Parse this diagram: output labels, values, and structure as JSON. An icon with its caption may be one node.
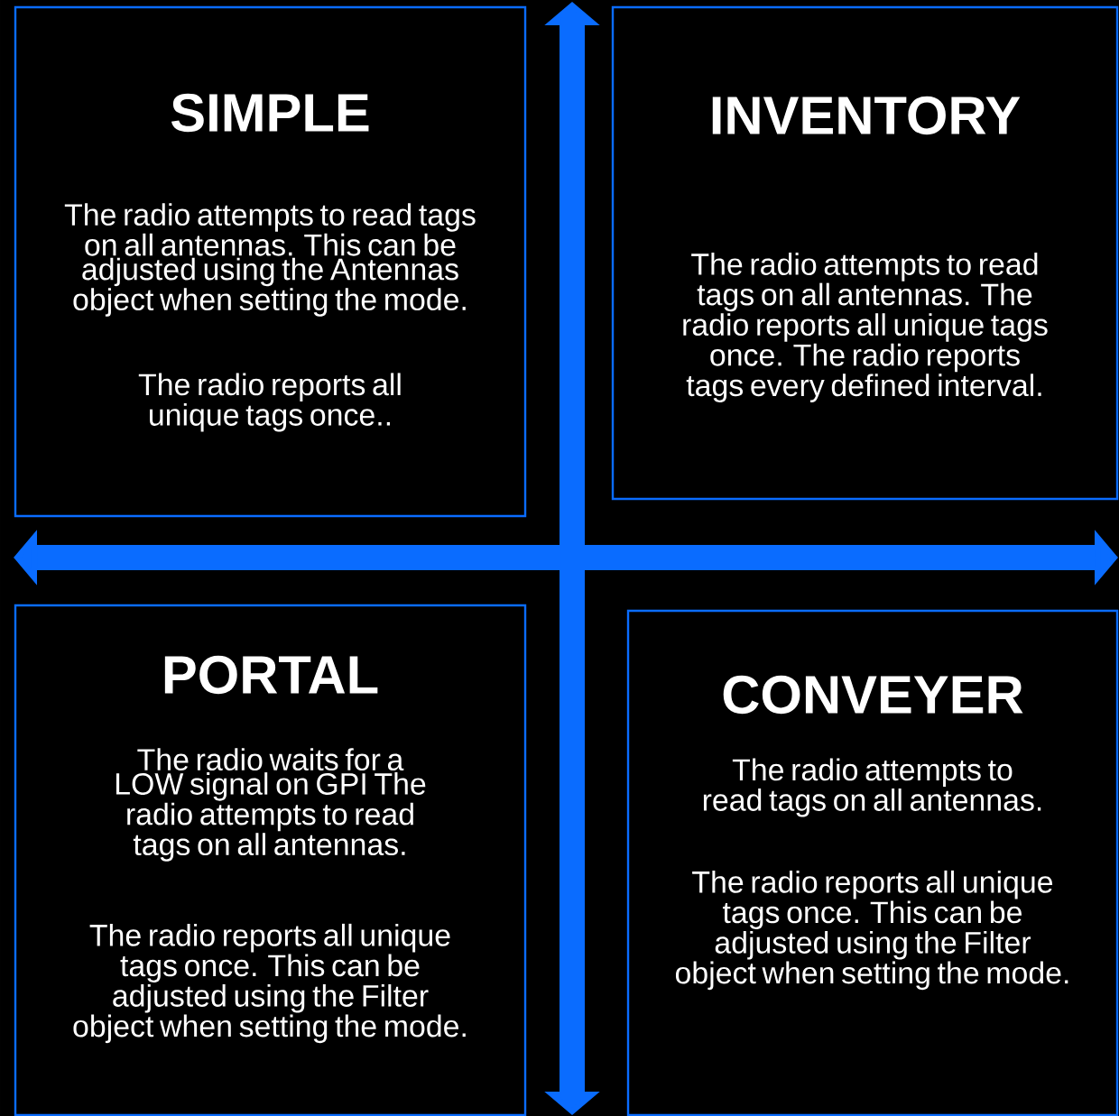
{
  "diagram": {
    "nodes": [
      {
        "text": [
          "SIMPLE",
          "The radio attempts to read tags on all antennas. This can be adjusted using the Antennas object when setting the mode.",
          "The radio reports all unique tags once.."
        ]
      },
      {
        "text": [
          "INVENTORY",
          "The radio attempts to read tags on all antennas. The radio reports all unique tags once. The radio reports tags every defined interval."
        ]
      },
      {
        "text": [
          "PORTAL",
          "The radio waits for a LOW signal on GPI The radio attempts to read tags on all antennas.",
          "The radio reports all unique tags once. This can be adjusted using the Filter object when setting the mode."
        ]
      },
      {
        "text": [
          "CONVEYER",
          "The radio attempts to read tags on all antennas.",
          "The radio reports all unique tags once. This can be adjusted using the Filter object when setting the mode."
        ]
      }
    ]
  }
}
